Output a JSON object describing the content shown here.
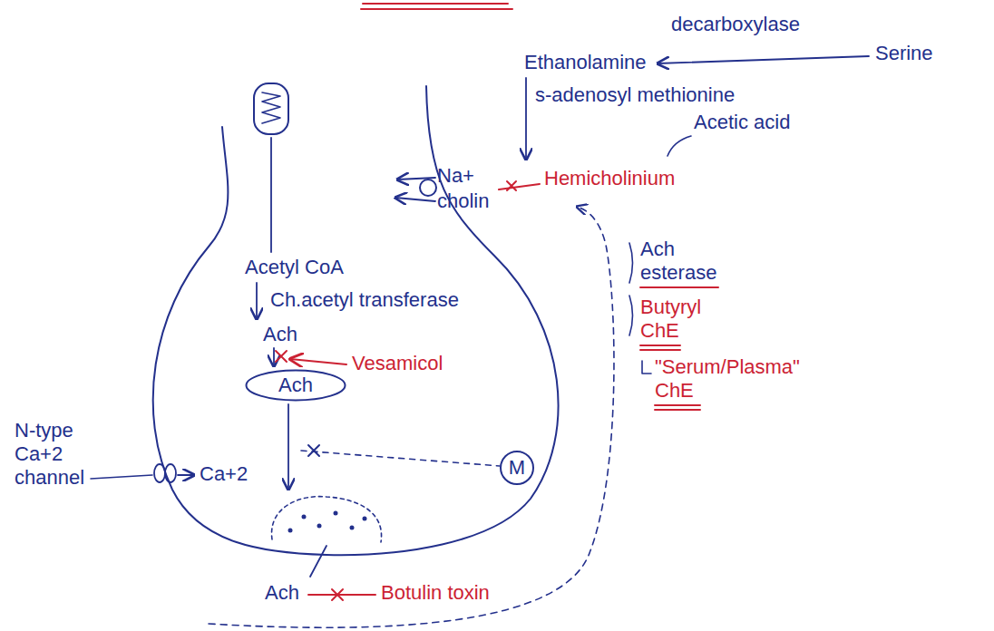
{
  "diagram": {
    "nodes": [
      {
        "text": [
          "Ach"
        ]
      },
      {
        "text": [
          "M"
        ]
      }
    ],
    "labels": [
      "decarboxylase",
      "Serine",
      "Ethanolamine",
      "s-adenosyl methionine",
      "Na+",
      "cholin",
      "Hemicholinium",
      "Acetic acid",
      "Ach esterase",
      "Butyryl ChE",
      "\"Serum/Plasma\" ChE",
      "Acetyl CoA",
      "Ch.acetyl transferase",
      "Ach",
      "Vesamicol",
      "N-type Ca+2 channel",
      "Ca+2",
      "Ach",
      "Botulin toxin"
    ]
  }
}
